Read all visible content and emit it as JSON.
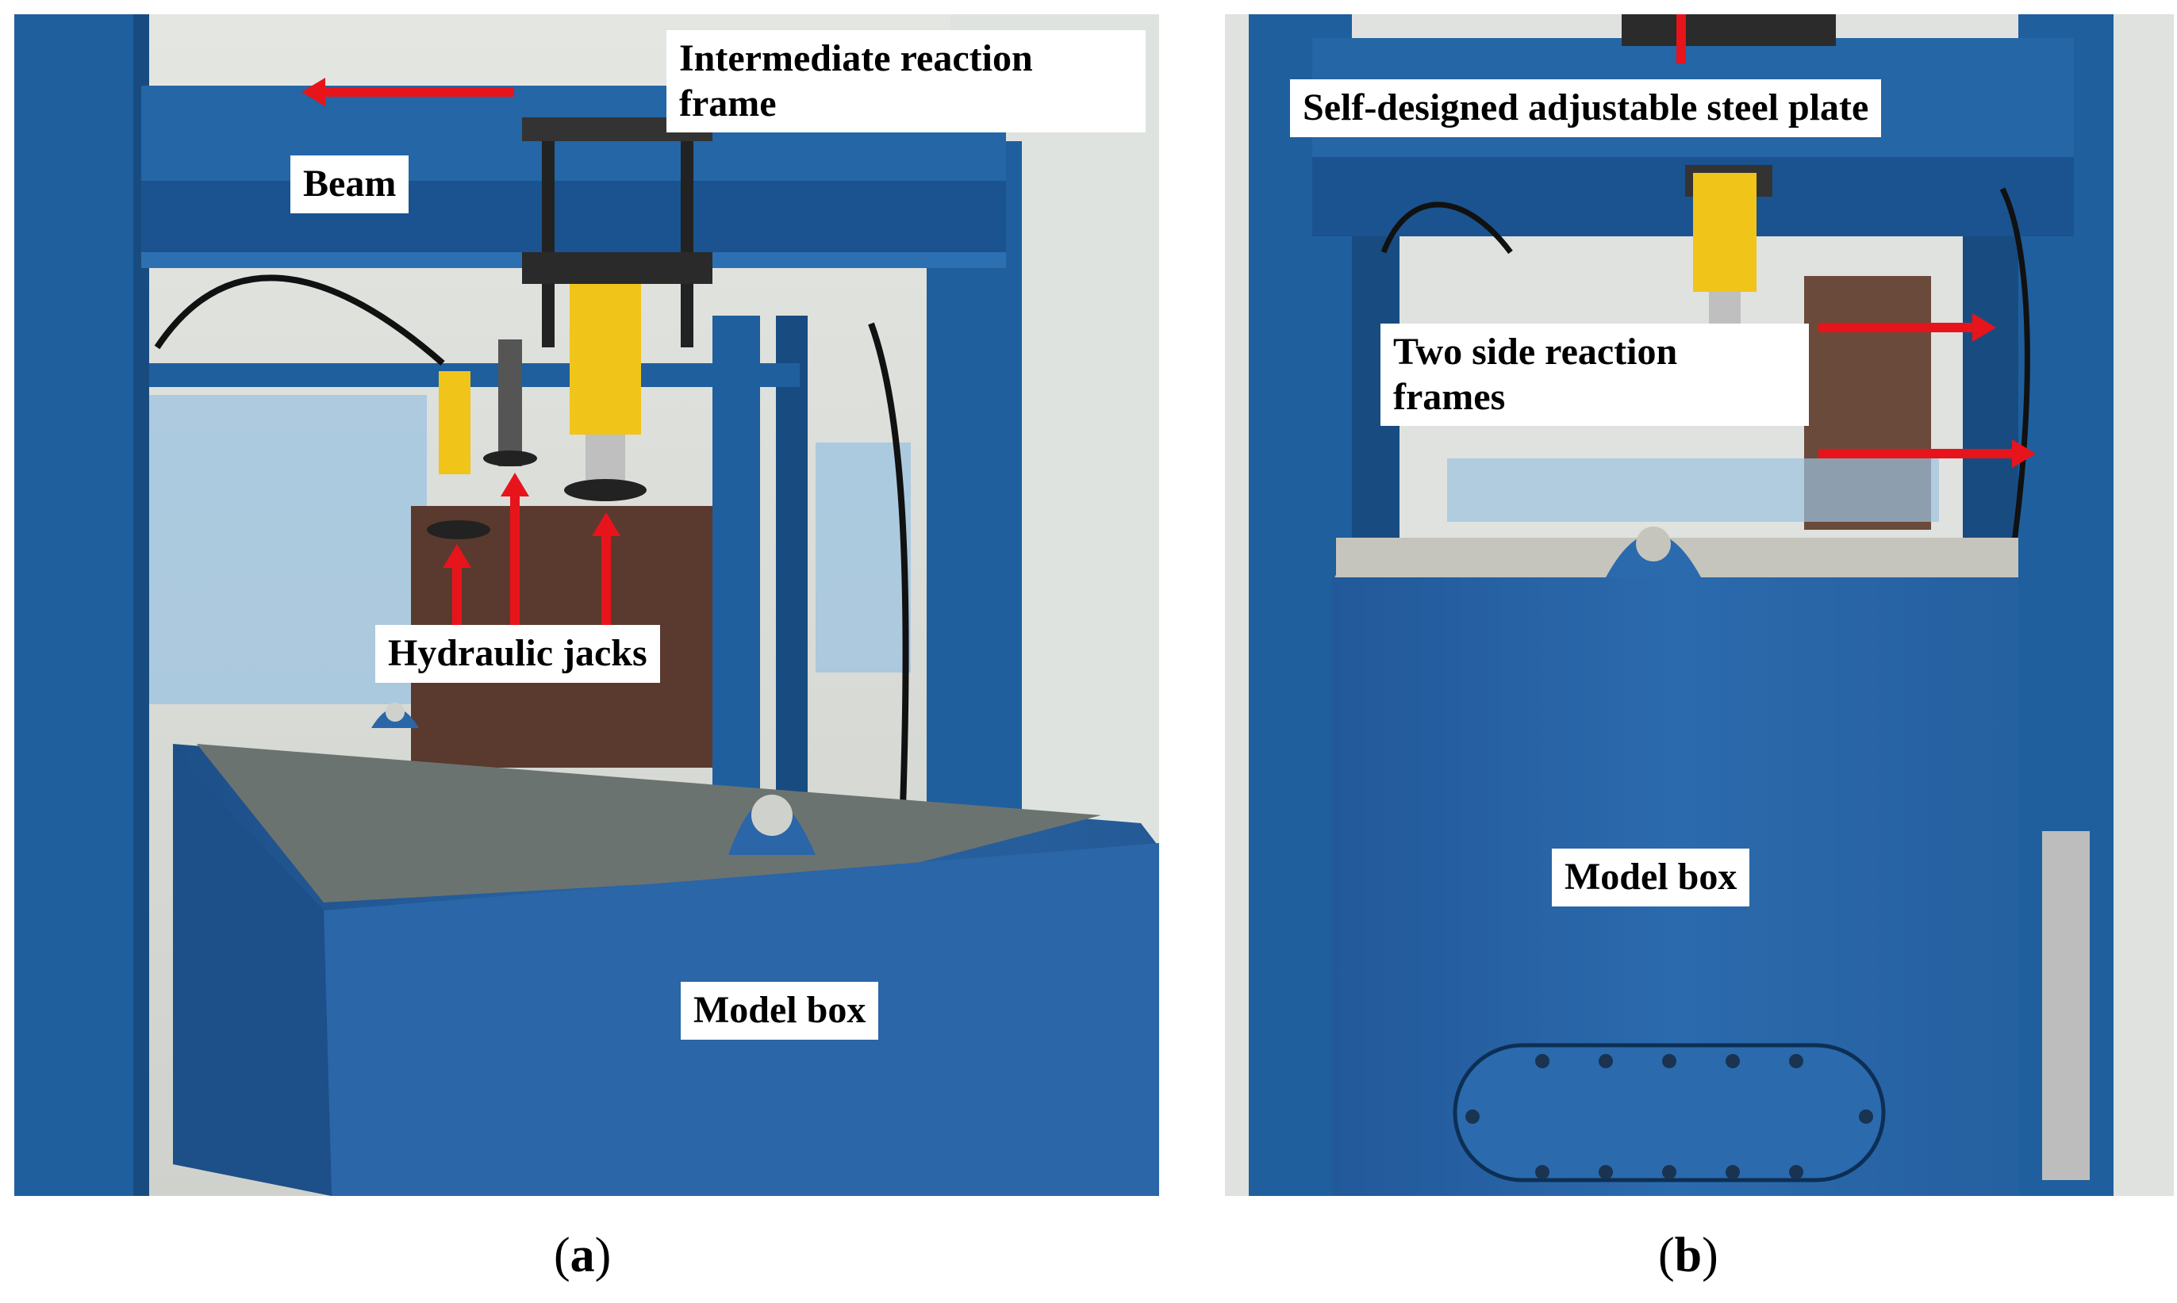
{
  "colors": {
    "frame_blue": "#1f5f9e",
    "frame_blue_dark": "#184c80",
    "jack_yellow": "#f0c419",
    "arrow_red": "#e8141b",
    "box_blue": "#2a66a8",
    "wall": "#d9dcd8"
  },
  "panel_a": {
    "labels": {
      "intermediate_reaction_frame": "Intermediate reaction frame",
      "beam": "Beam",
      "hydraulic_jacks": "Hydraulic jacks",
      "model_box": "Model box"
    },
    "caption": {
      "open": "(",
      "letter": "a",
      "close": ")"
    }
  },
  "panel_b": {
    "labels": {
      "steel_plate": "Self-designed adjustable steel plate",
      "side_reaction_frames": "Two side reaction frames",
      "model_box": "Model box"
    },
    "caption": {
      "open": "(",
      "letter": "b",
      "close": ")"
    }
  }
}
